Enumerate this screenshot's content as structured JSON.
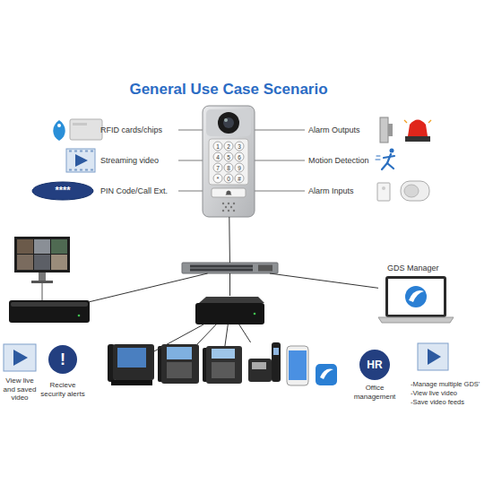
{
  "diagram": {
    "title": "General Use Case Scenario",
    "nodes": [
      {
        "text": [
          "1",
          "2",
          "3",
          "4",
          "5",
          "6",
          "7",
          "8",
          "9",
          "*",
          "0",
          "#"
        ]
      },
      {
        "text": [
          "****"
        ]
      },
      {
        "text": []
      },
      {
        "text": []
      },
      {
        "text": []
      },
      {
        "text": [
          "GDS Manager"
        ]
      },
      {
        "text": [
          "!",
          "Recieve security alerts"
        ]
      },
      {
        "text": []
      },
      {
        "text": []
      },
      {
        "text": []
      },
      {
        "text": []
      },
      {
        "text": [
          "HR",
          "Office management"
        ]
      }
    ],
    "edges": [
      {
        "from": 0,
        "to": 2,
        "arrow": "none"
      },
      {
        "from": 2,
        "to": 3,
        "arrow": "none"
      },
      {
        "from": 2,
        "to": 4,
        "arrow": "none"
      },
      {
        "from": 2,
        "to": 5,
        "arrow": "none"
      },
      {
        "from": 4,
        "to": 7,
        "arrow": "none"
      },
      {
        "from": 4,
        "to": 8,
        "arrow": "none"
      },
      {
        "from": 4,
        "to": 9,
        "arrow": "none"
      },
      {
        "from": 4,
        "to": 10,
        "arrow": "none"
      }
    ],
    "labels": [
      "RFID cards/chips",
      "Streaming video",
      "PIN Code/Call Ext.",
      "Alarm Outputs",
      "Motion Detection",
      "Alarm Inputs",
      "View live and saved video",
      "-Manage multiple GDS'",
      "-View live video",
      "-Save video feeds"
    ]
  }
}
